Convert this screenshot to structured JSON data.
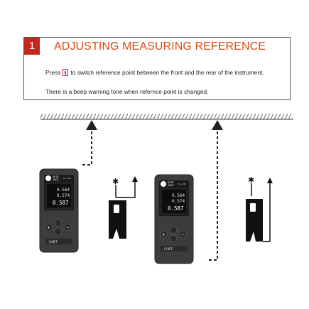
{
  "header": {
    "step_number": "1",
    "title": "ADJUSTING MEASURING REFERENCE"
  },
  "instructions": {
    "press_word": "Press",
    "line1_rest": "to switch reference point between the front and the rear of the instrument.",
    "line2": "There is a beep warning tone when refernce point is changed."
  },
  "device": {
    "brand_top": "AUTO",
    "brand_bottom": "JACK",
    "model": "DL-X40",
    "readings": [
      "0.564",
      "0.574",
      "0.587"
    ],
    "power_label": "C/OFF"
  },
  "colors": {
    "accent_red": "#c4271c",
    "title_orange": "#d94a14",
    "device_body": "#3a3c3e",
    "screen": "#111111"
  },
  "icons": [
    "reference-key-icon",
    "laser-star-icon",
    "up-arrow-icon",
    "dashed-arrow-icon"
  ]
}
